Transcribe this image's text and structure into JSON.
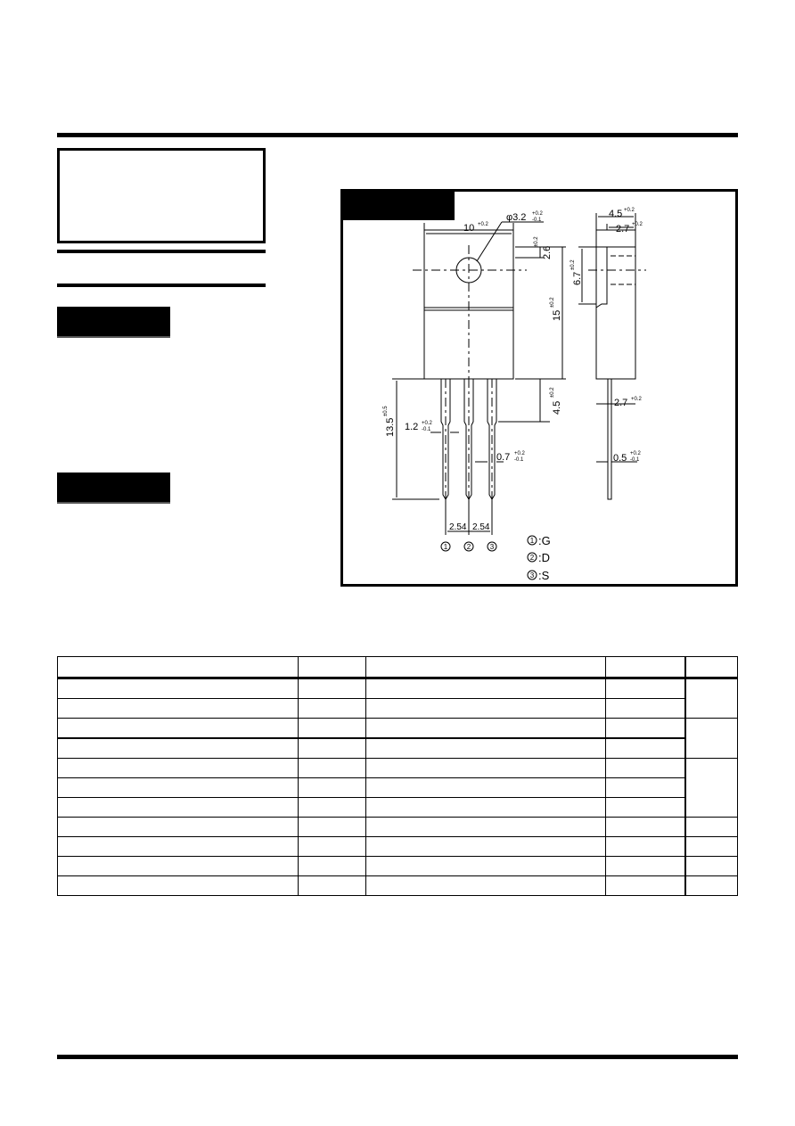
{
  "package_drawing": {
    "dims": {
      "width": "10",
      "width_tol": "+0.2",
      "hole": "φ3.2",
      "hole_tol_top": "+0.2",
      "hole_tol_bot": "-0.1",
      "hole_offset": "2.6",
      "hole_offset_tol": "±0.2",
      "body_height": "15",
      "body_height_tol": "±0.2",
      "tab_to_lead": "4.5",
      "tab_to_lead_tol": "±0.2",
      "lead_length": "13.5",
      "lead_length_tol": "±0.5",
      "lead_width": "1.2",
      "lead_width_tol_top": "+0.2",
      "lead_width_tol_bot": "-0.1",
      "lead_thin": "0.7",
      "lead_thin_tol_top": "+0.2",
      "lead_thin_tol_bot": "-0.1",
      "pitch1": "2.54",
      "pitch2": "2.54",
      "thickness": "4.5",
      "thickness_tol": "+0.2",
      "tab_step": "2.7",
      "tab_step_tol": "+0.2",
      "side_height": "6.7",
      "side_height_tol": "±0.2",
      "lead_offset": "2.7",
      "lead_offset_tol": "+0.2",
      "lead_thick": "0.5",
      "lead_thick_tol_top": "+0.2",
      "lead_thick_tol_bot": "-0.1"
    },
    "pins": [
      {
        "num": "1",
        "label": ":G"
      },
      {
        "num": "2",
        "label": ":D"
      },
      {
        "num": "3",
        "label": ":S"
      }
    ]
  }
}
